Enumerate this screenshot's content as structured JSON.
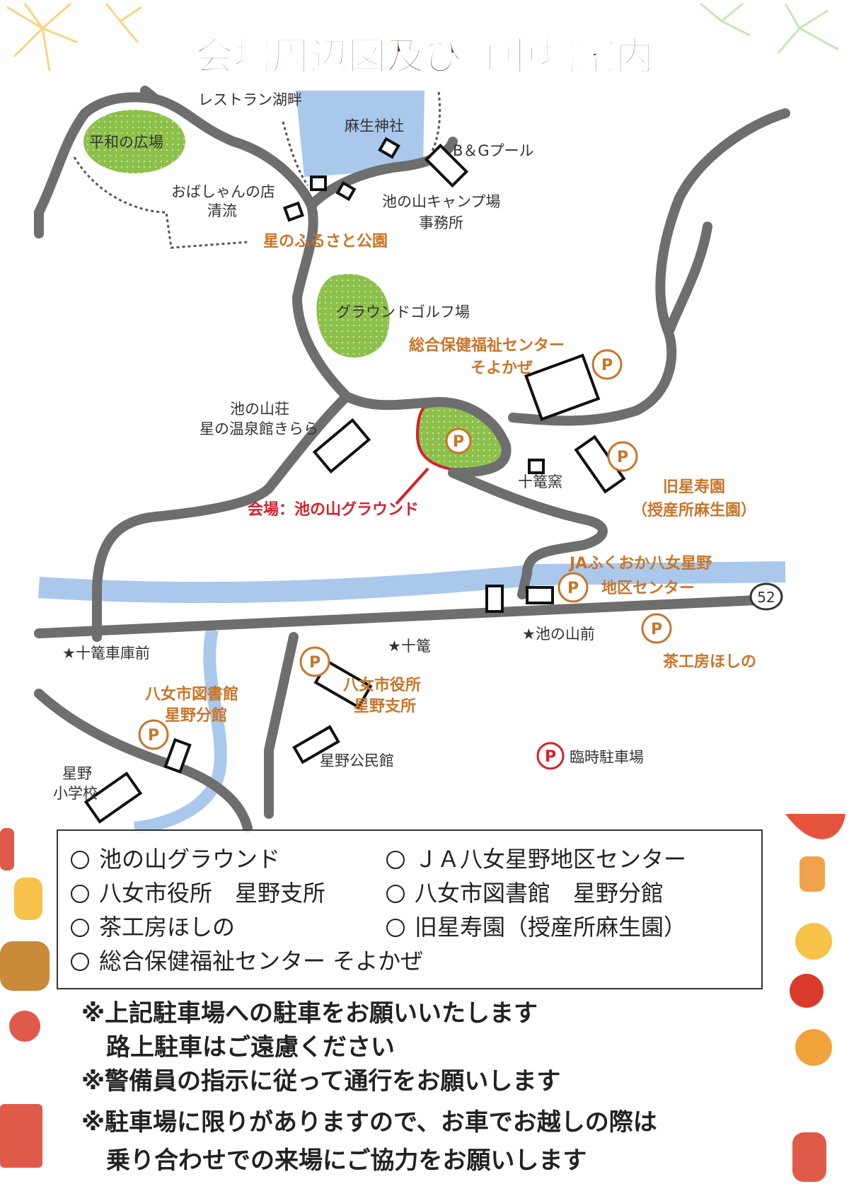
{
  "title": "会場周辺図及び駐車場案内",
  "map": {
    "labels": {
      "restaurant": "レストラン湖畔",
      "shrine": "麻生神社",
      "pool": "B＆Gプール",
      "heiwa": "平和の広場",
      "obachan_1": "おばしゃんの店",
      "obachan_2": "清流",
      "camp_1": "池の山キャンプ場",
      "camp_2": "事務所",
      "hoshi_park": "星のふるさと公園",
      "golf": "グラウンドゴルフ場",
      "welfare_1": "総合保健福祉センター",
      "welfare_2": "そよかぜ",
      "ikenoyama_1": "池の山荘",
      "ikenoyama_2": "星の温泉館きらら",
      "venue": "会場：池の山グラウンド",
      "jukkama": "十篭窯",
      "old_home_1": "旧星寿園",
      "old_home_2": "（授産所麻生園）",
      "ja_1": "JAふくおか八女星野",
      "ja_2": "地区センター",
      "route": "52",
      "bus_jukkamasha": "★十篭車庫前",
      "bus_jukkama": "★十篭",
      "bus_ikenoyamamae": "★池の山前",
      "teakobo": "茶工房ほしの",
      "library_1": "八女市図書館",
      "library_2": "星野分館",
      "cityhall_1": "八女市役所",
      "cityhall_2": "星野支所",
      "hall": "星野公民館",
      "school_1": "星野",
      "school_2": "小学校",
      "parking_legend": "臨時駐車場",
      "parking_symbol": "P"
    }
  },
  "legend": {
    "items": [
      "池の山グラウンド",
      "ＪＡ八女星野地区センター",
      "八女市役所　星野支所",
      "八女市図書館　星野分館",
      "茶工房ほしの",
      "旧星寿園（授産所麻生園）",
      "総合保健福祉センター そよかぜ"
    ]
  },
  "notes": [
    "※上記駐車場への駐車をお願いいたします",
    "路上駐車はご遠慮ください",
    "※警備員の指示に従って通行をお願いします",
    "※駐車場に限りがありますので、お車でお越しの際は",
    "乗り合わせでの来場にご協力をお願いします"
  ],
  "colors": {
    "road": "#6e6e6e",
    "river": "#a9c8ec",
    "park": "#8dc04a",
    "orange": "#c8752a",
    "red": "#d8202c"
  }
}
